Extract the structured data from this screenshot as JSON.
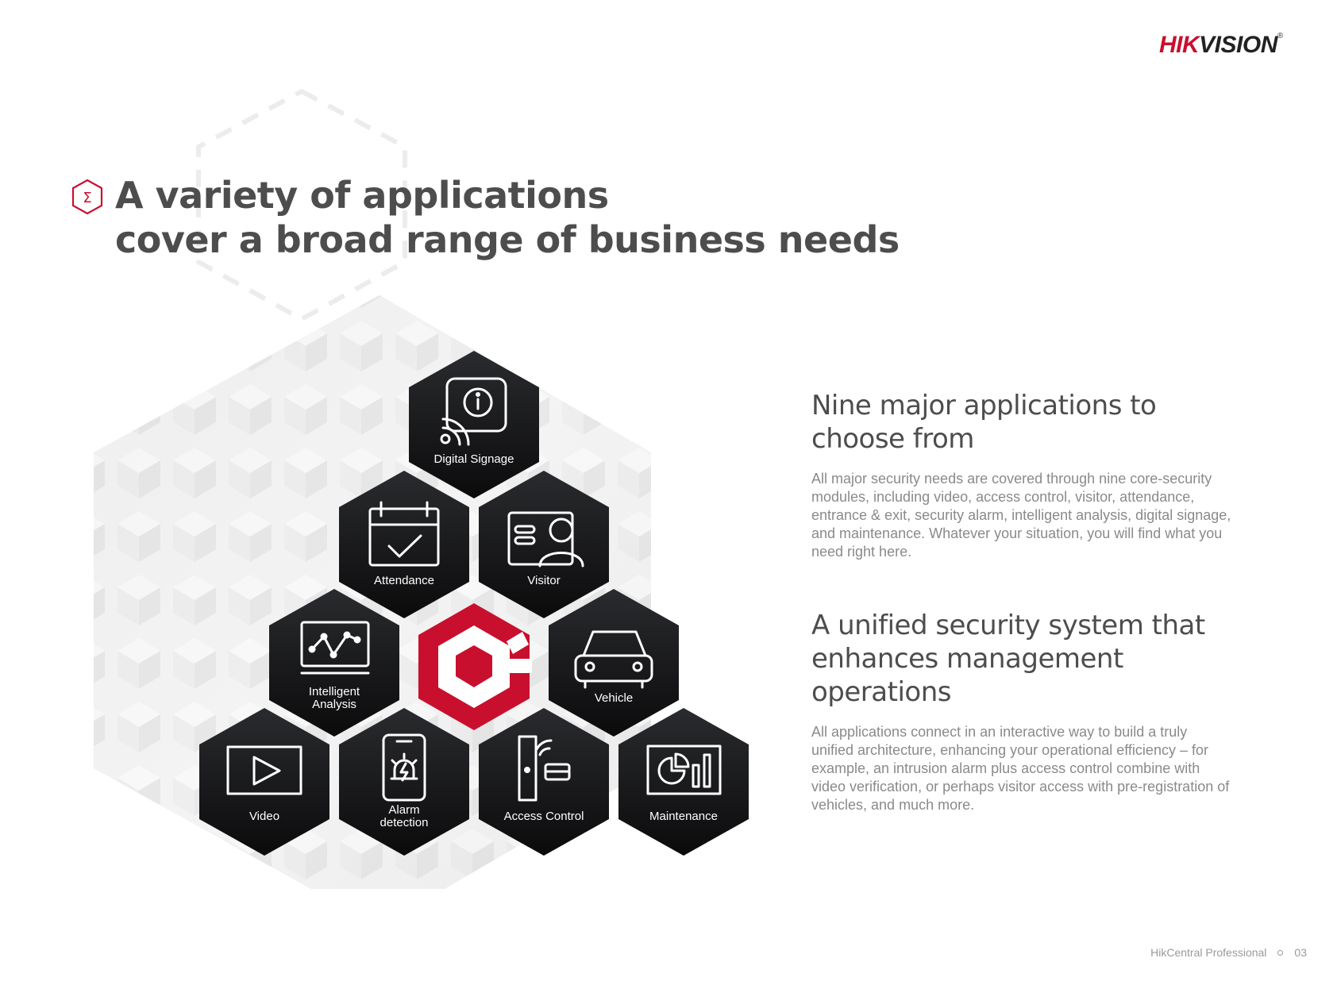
{
  "brand": {
    "logo_hik": "HIK",
    "logo_vision": "VISION",
    "logo_reg": "®"
  },
  "title": {
    "line1": "A variety of applications",
    "line2": "cover a broad range of business needs"
  },
  "applications": [
    {
      "label": "Digital Signage",
      "icon": "digital-signage-icon"
    },
    {
      "label": "Attendance",
      "icon": "attendance-calendar-icon"
    },
    {
      "label": "Visitor",
      "icon": "visitor-id-icon"
    },
    {
      "label": "Intelligent Analysis",
      "icon": "intelligent-analysis-icon"
    },
    {
      "label": "Vehicle",
      "icon": "vehicle-car-icon"
    },
    {
      "label": "Video",
      "icon": "video-play-icon"
    },
    {
      "label": "Alarm detection",
      "icon": "alarm-detection-icon"
    },
    {
      "label": "Access Control",
      "icon": "access-control-door-icon"
    },
    {
      "label": "Maintenance",
      "icon": "maintenance-dashboard-icon"
    }
  ],
  "section1": {
    "heading": "Nine major applications to choose from",
    "body": "All major security needs are covered through nine core-security modules, including video, access control, visitor, attendance, entrance & exit, security alarm, intelligent analysis, digital signage, and maintenance. Whatever your situation, you will find what you need right here."
  },
  "section2": {
    "heading": "A unified security system that enhances management operations",
    "body": "All applications connect in an interactive way to build a truly unified architecture, enhancing your operational efficiency – for example, an intrusion alarm plus access control combine with video verification, or perhaps visitor access with pre-registration of vehicles, and much more."
  },
  "footer": {
    "product": "HikCentral Professional",
    "page": "03"
  },
  "colors": {
    "accent": "#c8102e",
    "hex_dark": "#161616",
    "text": "#4d4d4d",
    "muted": "#8a8a8a"
  }
}
